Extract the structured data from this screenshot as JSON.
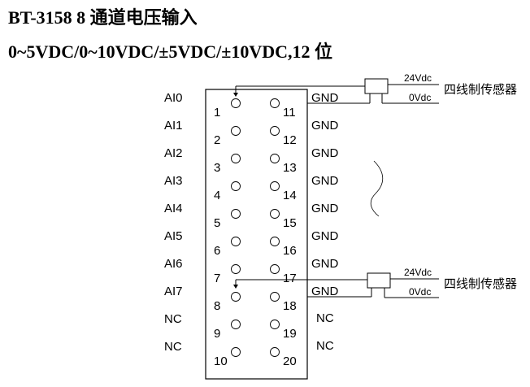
{
  "title": {
    "line1": "BT-3158    8 通道电压输入",
    "line2": "0~5VDC/0~10VDC/±5VDC/±10VDC,12 位"
  },
  "left_labels": [
    "AI0",
    "AI1",
    "AI2",
    "AI3",
    "AI4",
    "AI5",
    "AI6",
    "AI7",
    "NC",
    "NC"
  ],
  "right_labels": [
    "GND",
    "GND",
    "GND",
    "GND",
    "GND",
    "GND",
    "GND",
    "GND",
    "NC",
    "NC"
  ],
  "left_pins": [
    "1",
    "2",
    "3",
    "4",
    "5",
    "6",
    "7",
    "8",
    "9",
    "10"
  ],
  "right_pins": [
    "11",
    "12",
    "13",
    "14",
    "15",
    "16",
    "17",
    "18",
    "19",
    "20"
  ],
  "sensors": [
    {
      "name": "四线制传感器",
      "v_plus": "24Vdc",
      "v_zero": "0Vdc"
    },
    {
      "name": "四线制传感器",
      "v_plus": "24Vdc",
      "v_zero": "0Vdc"
    }
  ],
  "colors": {
    "line": "#000000",
    "background": "#ffffff"
  }
}
